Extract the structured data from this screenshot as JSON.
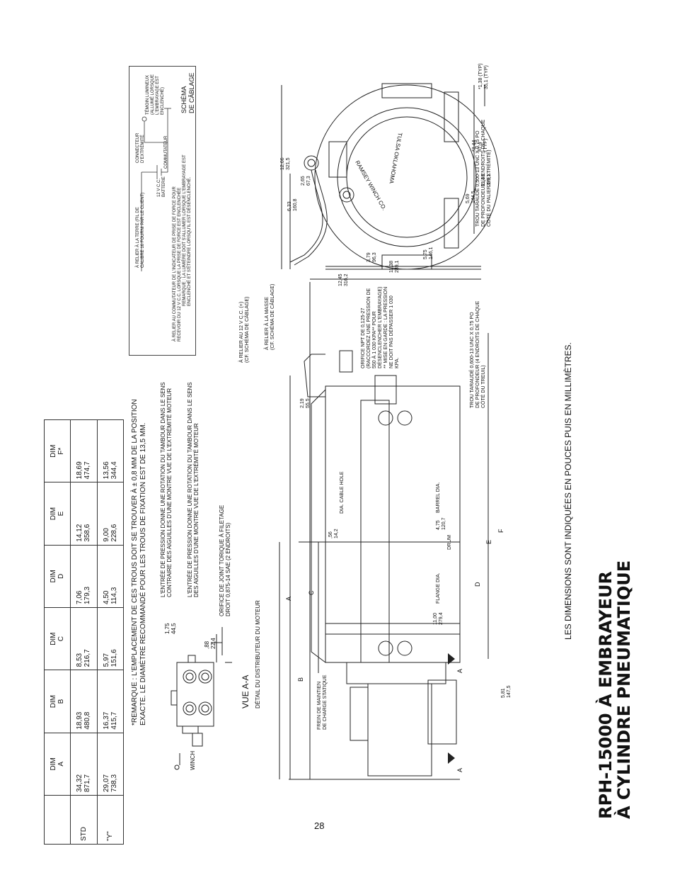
{
  "page": {
    "number": "28"
  },
  "title": {
    "line1": "RPH-15000 À EMBRAYEUR",
    "line2": "À CYLINDRE PNEUMATIQUE"
  },
  "units_note": "LES DIMENSIONS SONT INDIQUÉES EN POUCES PUIS EN MILLIMÈTRES.",
  "table": {
    "headers": [
      {
        "l1": "",
        "l2": ""
      },
      {
        "l1": "DIM",
        "l2": "A"
      },
      {
        "l1": "DIM",
        "l2": "B"
      },
      {
        "l1": "DIM",
        "l2": "C"
      },
      {
        "l1": "DIM",
        "l2": "D"
      },
      {
        "l1": "DIM",
        "l2": "E"
      },
      {
        "l1": "DIM",
        "l2": "F*"
      }
    ],
    "rows": [
      {
        "label": "STD",
        "cells": [
          {
            "in": "34,32",
            "mm": "871,7"
          },
          {
            "in": "18,93",
            "mm": "480,8"
          },
          {
            "in": "8,53",
            "mm": "216,7"
          },
          {
            "in": "7,06",
            "mm": "179,3"
          },
          {
            "in": "14,12",
            "mm": "358,6"
          },
          {
            "in": "18,69",
            "mm": "474,7"
          }
        ]
      },
      {
        "label": "\"Y\"",
        "cells": [
          {
            "in": "29,07",
            "mm": "738,3"
          },
          {
            "in": "16,37",
            "mm": "415,7"
          },
          {
            "in": "5,97",
            "mm": "151,6"
          },
          {
            "in": "4,50",
            "mm": "114,3"
          },
          {
            "in": "9,00",
            "mm": "228,6"
          },
          {
            "in": "13,56",
            "mm": "344,4"
          }
        ]
      }
    ]
  },
  "remark": {
    "line1": "*REMARQUE : L'EMPLACEMENT DE CES TROUS DOIT SE TROUVER À ± 0,8 MM DE LA POSITION",
    "line2": "EXACTE. LE DIAMÈTRE RECOMMANDÉ POUR LES TROUS DE FIXATION EST DE 13,5 MM."
  },
  "motor_detail": {
    "view_label": "VUE   A-A",
    "caption": "DÉTAIL DU DISTRIBUTEUR DU MOTEUR",
    "winch_label": "WINCH",
    "dim_175": {
      "in": "1,75",
      "mm": "44,5"
    },
    "dim_88": {
      "in": ",88",
      "mm": "22,4"
    },
    "port1": {
      "l1": "L'ENTRÉE DE PRESSION DONNE UNE ROTATION DU TAMBOUR DANS LE SENS",
      "l2": "CONTRAIRE DES AIGUILLES D'UNE MONTRE VUE DE L'EXTRÉMITÉ MOTEUR"
    },
    "port2": {
      "l1": "L'ENTRÉE DE PRESSION DONNE UNE ROTATION DU TAMBOUR DANS LE SENS",
      "l2": "DES AIGUILLES D'UNE MONTRE VUE DE L'EXTRÉMITÉ MOTEUR"
    },
    "port3": {
      "l1": "ORIFICE DE JOINT TORIQUE À FILETAGE",
      "l2": "DROIT 0,875-14 SAE (2 ENDROITS)"
    }
  },
  "wiring": {
    "title_l1": "SCHÉMA",
    "title_l2": "DE CÂBLAGE",
    "ground": {
      "l1": "À RELIER À LA TERRE (FIL DE",
      "l2": "CALIBRE 16 FOURNI PAR LE CLIENT)"
    },
    "battery": {
      "l1": "12 V C.C.",
      "l2": "BATTERIE"
    },
    "connector": {
      "l1": "CONNECTEUR",
      "l2": "D'EXTRÉMITÉ"
    },
    "switch_label": "COMMUTATEUR",
    "lamp": {
      "l1": "TÉMOIN LUMINEUX",
      "l2": "(ALLUMÉ LORSQUE",
      "l3": "L'EMBRAYAGE EST",
      "l4": "ENCLENCHÉ)"
    },
    "switch_note": {
      "l1": "À RELIER AU COMMUTATEUR DE L'INDICATEUR DE PRISE DE FORCE POUR",
      "l2": "RECEVOIR DU 12 V C.C. LORSQUE LA PRISE DE FORCE EST ENCLENCHÉE"
    },
    "remark": {
      "l1": "REMARQUE : LA LUMIÈRE DOIT S'ALLUMER LORSQUE L'EMBRAYAGE EST",
      "l2": "ENCLENCHÉ ET S'ÉTEINDRE LORSQU'IL EST DÉSENCLENCHÉ."
    }
  },
  "callouts": {
    "power": {
      "l1": "À RELIER AU 12 V C.C. (+)",
      "l2": "(CF. SCHÉMA DE CÂBLAGE)"
    },
    "ground": {
      "l1": "À RELIER À LA MASSE",
      "l2": "(CF. SCHÉMA DE CÂBLAGE)"
    },
    "npt": {
      "l1": "ORIFICE NPT DE 0,125-27",
      "l2": "(RACCORDEZ UNE PRESSION DE",
      "l3": "550 À 1 030 KPA** POUR",
      "l4": "DÉSENCLENCHER L'EMBRAYAGE)",
      "l5": "** MISE EN GARDE : LA PRESSION",
      "l6": "NE DOIT PAS DÉPASSER 1 030",
      "l7": "KPA."
    },
    "tap_side": {
      "l1": "TROU TARAUDÉ 0,600-13 UNC X 0,75 PO",
      "l2": "DE PROFONDEUR (4 ENDROITS DE CHAQUE",
      "l3": "CÔTÉ DU TREUIL)"
    },
    "tap_end": {
      "l1": "TROU TARAUDÉ 0,500-13 UNC X 0,75 PO",
      "l2": "DE PROFONDEUR (4 ENDROITS DE CHAQUE",
      "l3": "CÔTÉ DU PALIER D'EXTRÉMITÉ)"
    },
    "brake": {
      "l1": "FREIN DE MAINTIEN",
      "l2": "DE CHARGE STATIQUE"
    },
    "cable_hole": "DIA. CABLE HOLE",
    "barrel": "BARREL DIA.",
    "flange": "FLANGE DIA.",
    "drum": "DRUM"
  },
  "dimensions": {
    "d_56": {
      "in": ",56",
      "mm": "14,2"
    },
    "d_475": {
      "in": "4,75",
      "mm": "120,7"
    },
    "d_1100": {
      "in": "11,00",
      "mm": "279,4"
    },
    "d_581": {
      "in": "5,81",
      "mm": "147,5"
    },
    "d_219": {
      "in": "2,19",
      "mm": "55,5"
    },
    "d_1245": {
      "in": "12,45",
      "mm": "316,2"
    },
    "d_379": {
      "in": "3,79",
      "mm": "96,3"
    },
    "d_1138a": {
      "in": "11,38",
      "mm": "289,1"
    },
    "d_575": {
      "in": "5,75",
      "mm": "146,1"
    },
    "d_1266": {
      "in": "12,66",
      "mm": "321,5"
    },
    "d_633": {
      "in": "6,33",
      "mm": "160,8"
    },
    "d_265": {
      "in": "2,65",
      "mm": "67,3"
    },
    "d_569": {
      "in": "5,69",
      "mm": "144,5"
    },
    "d_1138b": {
      "in": "11,38",
      "mm": "289,1"
    },
    "d_344": {
      "in": "*3,44",
      "mm": "87,4",
      "typ": "(TYP)"
    },
    "d_138": {
      "in": "*1,38 (TYP)",
      "mm": "35,1 (TYP)"
    }
  },
  "letters": {
    "A": "A",
    "B": "B",
    "C": "C",
    "D": "D",
    "E": "E",
    "F": "F",
    "section": "A"
  },
  "housing_text": {
    "l1": "RAMSEY WINCH CO.",
    "l2": "TULSA OKLAHOMA"
  }
}
